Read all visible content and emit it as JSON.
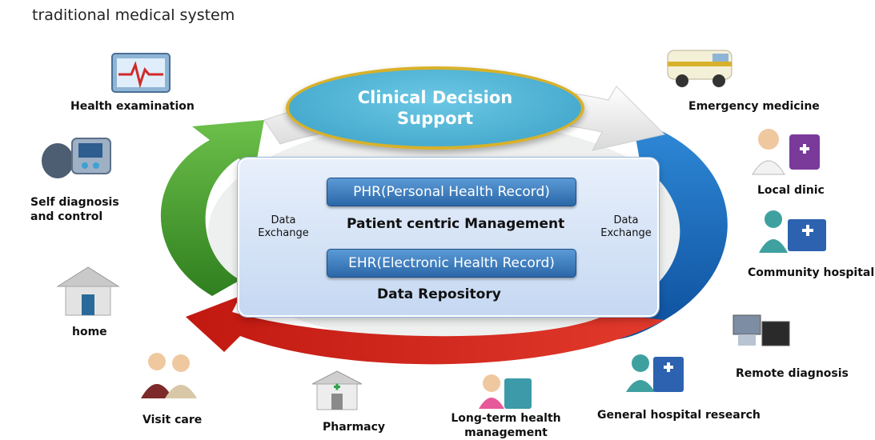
{
  "title": "traditional medical system",
  "center": {
    "cds": "Clinical Decision Support",
    "phr": "PHR(Personal Health Record)",
    "patient_mgmt": "Patient centric Management",
    "ehr": "EHR(Electronic Health Record)",
    "repo": "Data Repository",
    "data_exchange_left": [
      "Data",
      "Exchange"
    ],
    "data_exchange_right": [
      "Data",
      "Exchange"
    ]
  },
  "nodes": {
    "health_exam": "Health examination",
    "self_diag": [
      "Self diagnosis",
      "and control"
    ],
    "home": "home",
    "visit_care": "Visit care",
    "pharmacy": "Pharmacy",
    "long_term": [
      "Long-term health",
      "management"
    ],
    "general_hospital": "General hospital research",
    "remote_diag": "Remote diagnosis",
    "community_hospital": "Community hospital",
    "local_clinic": "Local dinic",
    "emergency": "Emergency medicine"
  },
  "icons": [
    "monitor-heartbeat-icon",
    "blood-pressure-icon",
    "house-icon",
    "elderly-couple-icon",
    "pharmacy-icon",
    "caregiver-icon",
    "hospital-doctor-icon",
    "remote-screens-icon",
    "community-hospital-icon",
    "clinic-doctor-icon",
    "ambulance-icon"
  ],
  "colors": {
    "green": "#3f9a2c",
    "blue": "#1a6fc4",
    "red": "#d8281f",
    "white_arc": "#f2f2f2",
    "cds": "#4fb4d6",
    "cds_border": "#d8b12a"
  }
}
